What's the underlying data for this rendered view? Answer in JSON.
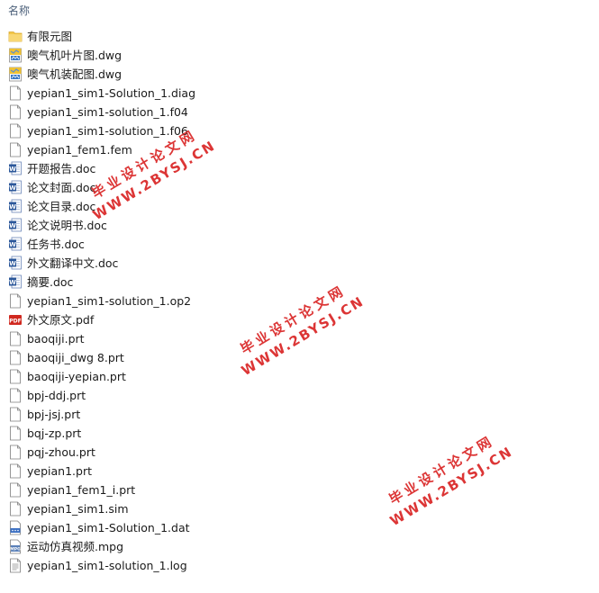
{
  "header": {
    "name_label": "名称"
  },
  "files": [
    {
      "name": "有限元图",
      "icon": "folder-icon"
    },
    {
      "name": "噢气机叶片图.dwg",
      "icon": "dwg-icon"
    },
    {
      "name": "噢气机装配图.dwg",
      "icon": "dwg-icon"
    },
    {
      "name": "yepian1_sim1-Solution_1.diag",
      "icon": "file-icon"
    },
    {
      "name": "yepian1_sim1-solution_1.f04",
      "icon": "file-icon"
    },
    {
      "name": "yepian1_sim1-solution_1.f06",
      "icon": "file-icon"
    },
    {
      "name": "yepian1_fem1.fem",
      "icon": "file-icon"
    },
    {
      "name": "开题报告.doc",
      "icon": "word-icon"
    },
    {
      "name": "论文封面.doc",
      "icon": "word-icon"
    },
    {
      "name": "论文目录.doc",
      "icon": "word-icon"
    },
    {
      "name": "论文说明书.doc",
      "icon": "word-icon"
    },
    {
      "name": "任务书.doc",
      "icon": "word-icon"
    },
    {
      "name": "外文翻译中文.doc",
      "icon": "word-icon"
    },
    {
      "name": "摘要.doc",
      "icon": "word-icon"
    },
    {
      "name": "yepian1_sim1-solution_1.op2",
      "icon": "file-icon"
    },
    {
      "name": "外文原文.pdf",
      "icon": "pdf-icon"
    },
    {
      "name": "baoqiji.prt",
      "icon": "file-icon"
    },
    {
      "name": "baoqiji_dwg 8.prt",
      "icon": "file-icon"
    },
    {
      "name": "baoqiji-yepian.prt",
      "icon": "file-icon"
    },
    {
      "name": "bpj-ddj.prt",
      "icon": "file-icon"
    },
    {
      "name": "bpj-jsj.prt",
      "icon": "file-icon"
    },
    {
      "name": "bqj-zp.prt",
      "icon": "file-icon"
    },
    {
      "name": "pqj-zhou.prt",
      "icon": "file-icon"
    },
    {
      "name": "yepian1.prt",
      "icon": "file-icon"
    },
    {
      "name": "yepian1_fem1_i.prt",
      "icon": "file-icon"
    },
    {
      "name": "yepian1_sim1.sim",
      "icon": "file-icon"
    },
    {
      "name": "yepian1_sim1-Solution_1.dat",
      "icon": "dat-icon"
    },
    {
      "name": "运动仿真视频.mpg",
      "icon": "video-icon"
    },
    {
      "name": "yepian1_sim1-solution_1.log",
      "icon": "text-icon"
    }
  ],
  "watermarks": [
    {
      "line1": "毕业设计论文网",
      "line2": "WWW.2BYSJ.CN"
    },
    {
      "line1": "毕业设计论文网",
      "line2": "WWW.2BYSJ.CN"
    },
    {
      "line1": "毕业设计论文网",
      "line2": "WWW.2BYSJ.CN"
    }
  ],
  "colors": {
    "header_text": "#4c607a",
    "watermark": "#d71919",
    "folder": "#f3c74a",
    "word": "#2b579a",
    "pdf": "#d0281f"
  }
}
